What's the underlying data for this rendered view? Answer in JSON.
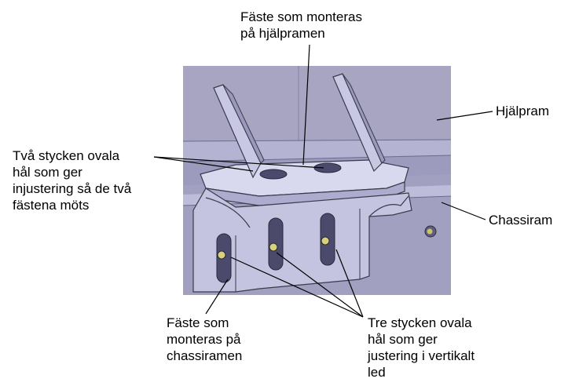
{
  "labels": {
    "bracket_frame": "Fäste som monteras\npå hjälpramen",
    "subframe": "Hjälpram",
    "two_slots": "Två stycken ovala\nhål som ger\ninjustering så de två\nfästena möts",
    "chassis_frame": "Chassiram",
    "bracket_chassis": "Fäste som\nmonteras på\nchassiramen",
    "three_slots": "Tre stycken ovala\nhål som ger\njustering i vertikalt\nled"
  },
  "colors": {
    "background": "#a7a5c2",
    "part_light": "#d6d6ee",
    "part_mid": "#b9b8d6",
    "part_dark": "#8c8aae",
    "edge": "#3a3a4a",
    "leader": "#000000"
  }
}
